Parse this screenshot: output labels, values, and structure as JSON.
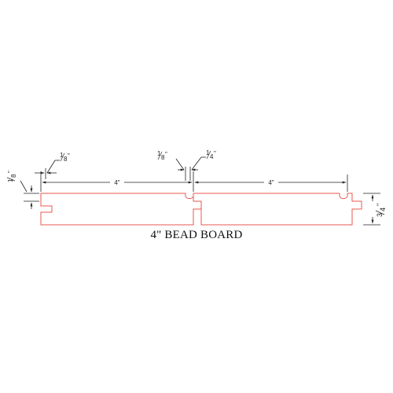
{
  "colors": {
    "background": "#ffffff",
    "profile_outline": "#e8574e",
    "dimension_lines": "#222222",
    "title_text": "#111111"
  },
  "drawing": {
    "title": "4\" BEAD BOARD",
    "dimensions": {
      "board_width_left": "4\"",
      "board_width_right": "4\"",
      "tongue_gap": {
        "numerator": "1",
        "denominator": "8",
        "unit": "\""
      },
      "tongue_height": {
        "numerator": "1",
        "denominator": "8",
        "unit": "\""
      },
      "bead_gap": {
        "numerator": "1",
        "denominator": "8",
        "unit": "\""
      },
      "bead_radius": {
        "numerator": "1",
        "denominator": "4",
        "unit": "\""
      },
      "thickness": {
        "numerator": "3",
        "denominator": "4",
        "unit": "\""
      }
    }
  }
}
